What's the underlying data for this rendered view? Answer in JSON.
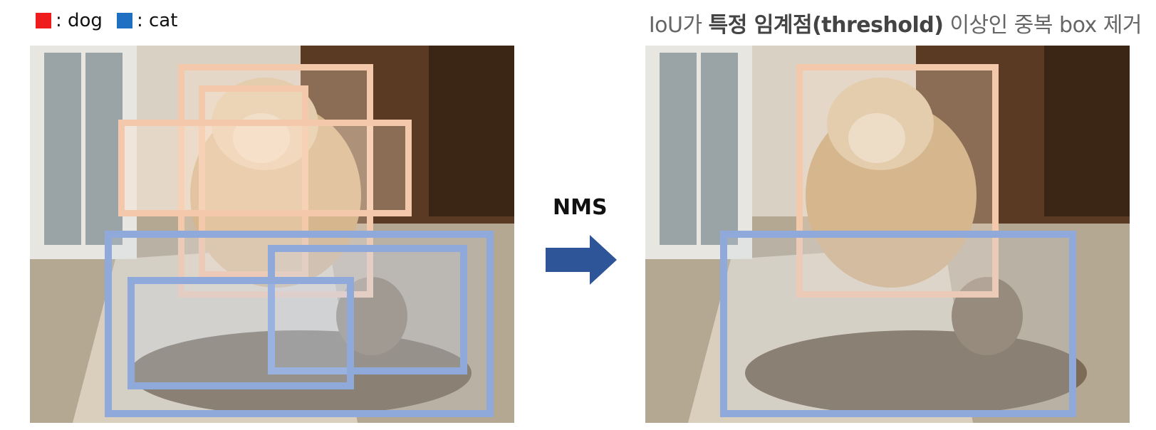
{
  "legend": {
    "items": [
      {
        "label": ": dog",
        "color": "#ee1c1c",
        "icon": "red-square-icon"
      },
      {
        "label": ": cat",
        "color": "#1f6fc2",
        "icon": "blue-square-icon"
      }
    ]
  },
  "caption": {
    "prefix": "IoU가 ",
    "bold": "특정 임계점(threshold)",
    "suffix": " 이상인 중복 box 제거"
  },
  "arrow": {
    "label": "NMS",
    "color": "#2d5597"
  },
  "colors": {
    "dog_box": "#f4c9ab",
    "cat_box": "#8fa9db"
  }
}
